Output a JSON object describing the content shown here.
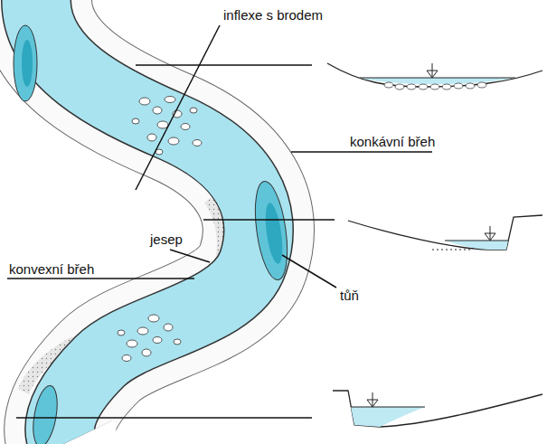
{
  "diagram": {
    "labels": [
      "inflexe s brodem",
      "konkávní břeh",
      "jesep",
      "konvexní břeh",
      "tůň"
    ]
  }
}
